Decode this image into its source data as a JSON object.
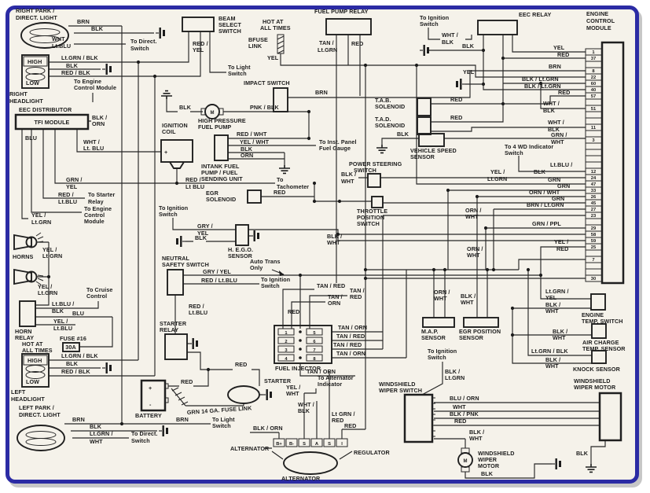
{
  "park_r": {
    "t1": "RIGHT PARK /",
    "t2": "DIRECT. LIGHT",
    "brn": "BRN",
    "blk": "BLK",
    "w1": "WHT /",
    "w2": "Lt.BLU",
    "n1": "To Direct.",
    "n2": "Switch"
  },
  "hl_r": {
    "high": "HIGH",
    "low": "LOW",
    "w1": "Lt.GRN / BLK",
    "blk": "BLK",
    "w2": "RED / BLK",
    "n1": "To Engine",
    "n2": "Control Module",
    "t1": "RIGHT",
    "t2": "HEADLIGHT"
  },
  "tfi": {
    "t": "EEC DISTRIBUTOR",
    "box": "TFI MODULE",
    "w1a": "BLK /",
    "w1b": "ORN",
    "blu": "BLU",
    "w2a": "WHT /",
    "w2b": "Lt. BLU",
    "w3a": "GRN /",
    "w3b": "YEL",
    "w4a": "RED /",
    "w4b": "Lt.BLU",
    "n1a": "To Starter",
    "n1b": "Relay",
    "n2a": "To Engine",
    "n2b": "Control",
    "n2c": "Module",
    "w5a": "YEL /",
    "w5b": "Lt.GRN"
  },
  "horns": {
    "t": "HORNS",
    "w1a": "YEL /",
    "w1b": "Lt.GRN",
    "w2a": "YEL /",
    "w2b": "Lt.GRN"
  },
  "hrelay": {
    "t1": "HORN",
    "t2": "RELAY",
    "w1a": "Lt.BLU /",
    "w1b": "BLK",
    "n1a": "To Cruise",
    "n1b": "Control",
    "blu": "BLU",
    "w2a": "YEL /",
    "w2b": "Lt.BLU",
    "fuse": "FUSE #16",
    "amp": "30A",
    "h1": "HOT AT",
    "h2": "ALL TIMES"
  },
  "hl_l": {
    "high": "HIGH",
    "low": "LOW",
    "w1": "Lt.GRN / BLK",
    "blk": "BLK",
    "w2": "RED / BLK",
    "t1": "LEFT",
    "t2": "HEADLIGHT"
  },
  "park_l": {
    "t1": "LEFT PARK /",
    "t2": "DIRECT. LIGHT",
    "brn": "BRN",
    "brn2": "BRN",
    "blk": "BLK",
    "n1": "To Direct.",
    "n2": "Switch",
    "w1": "Lt.GRN /",
    "w2": "WHT",
    "n3": "To Light",
    "n4": "Switch"
  },
  "beam": {
    "t1": "BEAM",
    "t2": "SELECT",
    "t3": "SWITCH",
    "w1": "RED /",
    "w2": "YEL",
    "n1": "To Light",
    "n2": "Switch"
  },
  "tfuse": {
    "h1": "HOT AT",
    "h2": "ALL TIMES",
    "l1": "BFUSE",
    "l2": "LINK",
    "yel": "YEL"
  },
  "fprelay": {
    "t": "FUEL PUMP RELAY",
    "w1a": "TAN /",
    "w1b": "Lt.GRN",
    "red": "RED"
  },
  "impact": {
    "t": "IMPACT SWITCH",
    "brn": "BRN"
  },
  "hpump": {
    "blk": "BLK",
    "m": "M",
    "pnk": "PNK / BLK",
    "t1": "HIGH PRESSURE",
    "t2": "FUEL PUMP"
  },
  "coil": {
    "t1": "IGNITION",
    "t2": "COIL",
    "plus": "+"
  },
  "intank": {
    "w1": "RED / WHT",
    "w2": "YEL / WHT",
    "n1": "To Inst. Panel",
    "n2": "Fuel Gauge",
    "blk": "BLK",
    "orn": "ORN",
    "t1": "INTANK FUEL",
    "t2": "PUMP / FUEL",
    "t3": "SENDING UNIT",
    "w3a": "RED /",
    "w3b": "Lt BLU",
    "n3a": "To",
    "n3b": "Tachometer"
  },
  "egrsol": {
    "t1": "EGR",
    "t2": "SOLENOID",
    "red": "RED"
  },
  "ign1": {
    "n1": "To Ignition",
    "n2": "Switch"
  },
  "hego": {
    "w1a": "GRY /",
    "w1b": "YEL",
    "blk": "BLK",
    "t1": "H. E.G.O.",
    "t2": "SENSOR"
  },
  "nss": {
    "t1": "NEUTRAL",
    "t2": "SAFETY SWITCH",
    "w1": "GRY / YEL",
    "w2": "RED / Lt.BLU",
    "a1": "Auto Trans",
    "a2": "Only",
    "n1": "To Ignition",
    "n2": "Switch",
    "w3a": "RED /",
    "w3b": "Lt.BLU"
  },
  "srelay": {
    "t1": "STARTER",
    "t2": "RELAY"
  },
  "inj": {
    "c1": "1",
    "c2": "2",
    "c3": "3",
    "c4": "4",
    "c5": "5",
    "c6": "6",
    "c7": "7",
    "c8": "8",
    "t": "FUEL INJECTOR",
    "red": "RED",
    "l1": "TAN / RED",
    "l2a": "TAN /",
    "l2b": "RED",
    "l3a": "TAN /",
    "l3b": "ORN",
    "r1": "TAN / ORN",
    "r2": "TAN / RED",
    "r3": "TAN / RED",
    "r4": "TAN / ORN",
    "b1": "TAN / ORN"
  },
  "starter": {
    "t": "STARTER",
    "red": "RED"
  },
  "batt": {
    "t": "BATTERY",
    "plus": "+",
    "minus": "-",
    "red": "RED",
    "fuse": "GRN 14 GA. FUSE LINK"
  },
  "alt": {
    "t1": "B+",
    "t2": "B-",
    "t3": "S",
    "t4": "A",
    "t5": "S",
    "t6": "I",
    "l": "ALTERNATOR",
    "b": "ALTERNATOR",
    "reg": "REGULATOR",
    "w1": "BLK / ORN",
    "w2a": "YEL /",
    "w2b": "WHT",
    "w3a": "WHT /",
    "w3b": "BLK",
    "w4a": "Lt GRN /",
    "w4b": "RED",
    "red": "RED",
    "n1": "To Alternator",
    "n2": "Indicator"
  },
  "map": {
    "t1": "M.A.P.",
    "t2": "SENSOR",
    "w1": "ORN /",
    "w2": "WHT"
  },
  "egrpos": {
    "t1": "EGR POSITION",
    "t2": "SENSOR",
    "w1a": "BLK /",
    "w1b": "WHT",
    "w2a": "ORN /",
    "w2b": "WHT",
    "w3a": "ORN /",
    "w3b": "WHT"
  },
  "cw": {
    "w1a": "BLK /",
    "w1b": "WHT"
  },
  "wsw": {
    "t1": "WINDSHIELD",
    "t2": "WIPER SWITCH",
    "n1": "To Ignition",
    "n2": "Switch",
    "w0a": "BLK /",
    "w0b": "Lt.GRN",
    "w1": "BLU / ORN",
    "w2": "WHT",
    "w3": "BLK / PNK",
    "w4": "RED",
    "w5a": "BLK /",
    "w5b": "WHT"
  },
  "wmm": {
    "t1": "WINDSHIELD",
    "t2": "WIPER",
    "t3": "MOTOR",
    "m": "M",
    "blk": "BLK"
  },
  "wwm": {
    "t1": "WINDSHIELD",
    "t2": "WIPER MOTOR",
    "blk": "BLK"
  },
  "eecr": {
    "t": "EEC RELAY",
    "n1": "To Ignition",
    "n2": "Switch",
    "w1a": "WHT /",
    "w1b": "BLK",
    "blk": "BLK"
  },
  "tab": {
    "t1": "T.A.B.",
    "t2": "SOLENOID",
    "red": "RED"
  },
  "tad": {
    "t1": "T.A.D.",
    "t2": "SOLENOID",
    "red": "RED"
  },
  "vss": {
    "blk": "BLK",
    "t1": "VEHICLE SPEED",
    "t2": "SENSOR"
  },
  "ps": {
    "t1": "POWER STEERING",
    "t2": "SWITCH",
    "w1": "BLK /",
    "w2": "WHT"
  },
  "tps": {
    "t1": "THROTTLE",
    "t2": "POSITION",
    "t3": "SWITCH"
  },
  "ecm": {
    "t1": "ENGINE",
    "t2": "CONTROL",
    "t3": "MODULE",
    "pins": [
      "1",
      "37",
      "",
      "8",
      "22",
      "60",
      "40",
      "57",
      "",
      "51",
      "",
      "",
      "11",
      "",
      "3",
      "",
      "",
      "",
      "",
      "12",
      "24",
      "47",
      "33",
      "26",
      "45",
      "27",
      "23",
      "",
      "29",
      "58",
      "59",
      "25",
      "",
      "7",
      "",
      "",
      "30"
    ]
  },
  "ecw": {
    "yel": "YEL",
    "red": "RED",
    "brn": "BRN",
    "yel2": "YEL",
    "bg1": "BLK / Lt.GRN",
    "bg2": "BLK / Lt.GRN",
    "red2": "RED",
    "w51a": "WHT /",
    "w51b": "BLK",
    "w11a": "WHT /",
    "w11b": "BLK",
    "w3a": "GRN /",
    "w3b": "WHT",
    "wd1": "To 4 WD Indicator",
    "wd2": "Switch",
    "w12a": "Lt.BLU /",
    "w12b": "BLK",
    "w24a": "YEL /",
    "w24b": "Lt.GRN",
    "g47": "GRN",
    "g33": "GRN",
    "ow26": "ORN / WHT",
    "g45": "GRN",
    "bg27": "BRN / Lt.GRN",
    "gp29": "GRN / PPL",
    "w25a": "YEL /",
    "w25b": "RED"
  },
  "etsw": {
    "w1a": "Lt.GRN /",
    "w1b": "YEL",
    "w2a": "BLK /",
    "w2b": "WHT",
    "t1": "ENGINE",
    "t2": "TEMP. SWITCH"
  },
  "act": {
    "w1a": "BLK /",
    "w1b": "WHT",
    "t1": "AIR CHARGE",
    "t2": "TEMP. SENSOR"
  },
  "knock": {
    "w1": "Lt.GRN / BLK",
    "w2a": "BLK /",
    "w2b": "WHT",
    "t": "KNOCK SENSOR"
  }
}
